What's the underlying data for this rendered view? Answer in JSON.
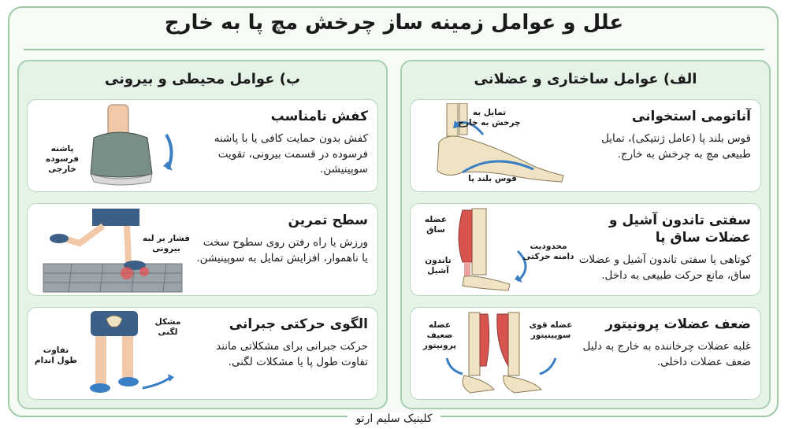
{
  "title": "علل و عوامل زمینه ساز چرخش مچ پا به خارج",
  "footer": "کلینیک سلیم ارتو",
  "columns": {
    "structural": {
      "title": "الف) عوامل ساختاری و عضلانی",
      "cards": [
        {
          "heading": "آناتومی استخوانی",
          "body": "قوس بلند پا (عامل ژنتیکی)، تمایل طبیعی مچ به چرخش به خارج.",
          "labels": [
            "تمایل به چرخش به خارج",
            "قوس بلند پا"
          ]
        },
        {
          "heading": "سفتی تاندون آشیل و عضلات ساق پا",
          "body": "کوتاهی یا سفتی تاندون آشیل و عضلات ساق، مانع حرکت طبیعی به داخل.",
          "labels": [
            "عضله ساق",
            "تاندون آشیل",
            "محدودیت دامنه حرکتی"
          ]
        },
        {
          "heading": "ضعف عضلات پرونیتور",
          "body": "غلبه عضلات چرخاننده به خارج به دلیل ضعف عضلات داخلی.",
          "labels": [
            "عضله ضعیف پرونیتور",
            "عضله قوی سوپینیتور"
          ]
        }
      ]
    },
    "external": {
      "title": "ب) عوامل محیطی و بیرونی",
      "cards": [
        {
          "heading": "کفش نامناسب",
          "body": "کفش بدون حمایت کافی یا با پاشنه فرسوده در قسمت بیرونی، تقویت سوپینیشن.",
          "labels": [
            "پاشنه فرسوده خارجی"
          ]
        },
        {
          "heading": "سطح تمرین",
          "body": "ورزش یا راه رفتن روی سطوح سخت یا ناهموار، افزایش تمایل به سوپینیشن.",
          "labels": [
            "فشار بر لبه بیرونی"
          ]
        },
        {
          "heading": "الگوی حرکتی جبرانی",
          "body": "حرکت جبرانی برای مشکلاتی مانند تفاوت طول پا یا مشکلات لگنی.",
          "labels": [
            "مشکل لگنی",
            "تفاوت طول اندام"
          ]
        }
      ]
    }
  },
  "colors": {
    "border": "#9cc8a4",
    "panel": "#e5f2e6",
    "bone": "#efe3c3",
    "muscle": "#d9534f",
    "arrow": "#3a7fc4",
    "shoe": "#7a8f86"
  }
}
